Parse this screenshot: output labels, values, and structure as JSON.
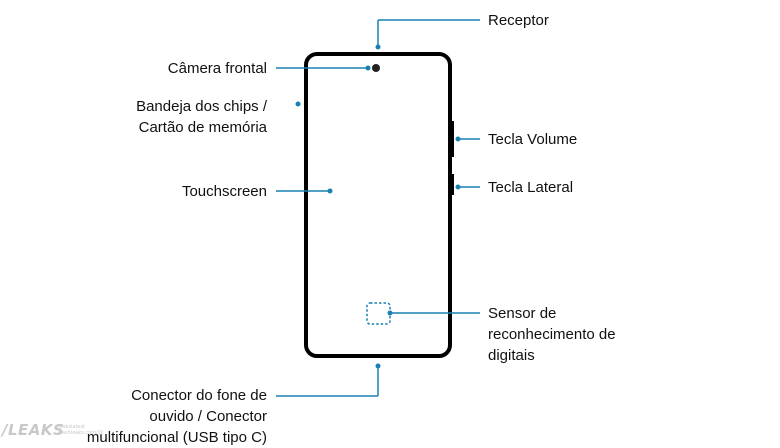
{
  "labels": {
    "receptor": "Receptor",
    "camera_frontal": "Câmera frontal",
    "bandeja_line1": "Bandeja dos chips /",
    "bandeja_line2": "Cartão de memória",
    "touchscreen": "Touchscreen",
    "tecla_volume": "Tecla Volume",
    "tecla_lateral": "Tecla Lateral",
    "sensor_line1": "Sensor de",
    "sensor_line2": "reconhecimento de",
    "sensor_line3": "digitais",
    "conector_line1": "Conector do fone de",
    "conector_line2": "ouvido / Conector",
    "conector_line3": "multifuncional (USB tipo C)"
  },
  "watermark": {
    "brand": "/LEAKS",
    "line1": "lookslatest",
    "line2": "slashleaks.com/@"
  },
  "colors": {
    "accent": "#1a80b4",
    "phone_outline": "#000000",
    "text": "#111111"
  }
}
